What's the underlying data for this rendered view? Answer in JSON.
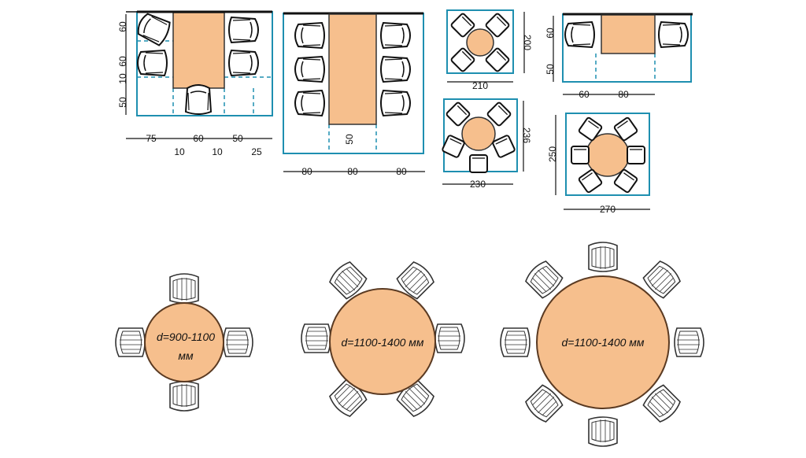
{
  "colors": {
    "table_fill": "#f6bf8d",
    "table_stroke": "#5a3a22",
    "zone": "#1e8fb0",
    "ink": "#111111",
    "chair_fill": "#ffffff"
  },
  "plan_a": {
    "vertical_dims": [
      "60",
      "60",
      "10",
      "50"
    ],
    "horizontal_dims": [
      "75",
      "60",
      "50"
    ],
    "horizontal_dims_lower": [
      "10",
      "10",
      "25"
    ]
  },
  "plan_b": {
    "inner_dim": "50",
    "horizontal_dims": [
      "80",
      "80",
      "80"
    ]
  },
  "plan_c": {
    "vertical_dim": "200",
    "horizontal_dim": "210"
  },
  "plan_d": {
    "vertical_dim": "236",
    "horizontal_dim": "230"
  },
  "plan_e": {
    "vertical_dims": [
      "60",
      "50"
    ],
    "horizontal_dims": [
      "60",
      "80"
    ]
  },
  "plan_f": {
    "vertical_dim": "250",
    "horizontal_dim": "270"
  },
  "round_small": {
    "line1": "d=900-1100",
    "line2": "мм"
  },
  "round_medium": {
    "label": "d=1100-1400 мм"
  },
  "round_large": {
    "label": "d=1100-1400 мм"
  }
}
